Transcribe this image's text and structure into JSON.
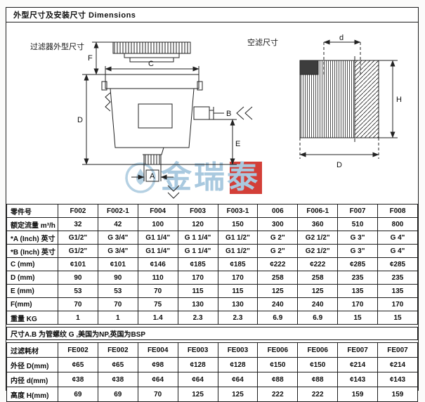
{
  "title": "外型尺寸及安装尺寸 Dimensions",
  "diagram": {
    "left_label": "过滤器外型尺寸",
    "right_label": "空滤尺寸",
    "watermark": "金瑞泰",
    "stamp_color": "#ce2a22",
    "watermark_color": "#a9c9df",
    "dims": {
      "A": "A",
      "B": "B",
      "C": "C",
      "D": "D",
      "E": "E",
      "F": "F",
      "d": "d",
      "H": "H",
      "D_elem": "D"
    }
  },
  "table": {
    "header": {
      "label": "零件号",
      "models": [
        "F002",
        "F002-1",
        "F004",
        "F003",
        "F003-1",
        "006",
        "F006-1",
        "F007",
        "F008"
      ]
    },
    "main_rows": [
      {
        "label": "额定流量 m³/h",
        "values": [
          "32",
          "42",
          "100",
          "120",
          "150",
          "300",
          "360",
          "510",
          "800"
        ]
      },
      {
        "label": "*A (Inch) 英寸",
        "values": [
          "G1/2\"",
          "G 3/4\"",
          "G1 1/4\"",
          "G 1 1/4\"",
          "G1 1/2\"",
          "G 2\"",
          "G2 1/2\"",
          "G 3\"",
          "G 4\""
        ]
      },
      {
        "label": "*B (Inch) 英寸",
        "values": [
          "G1/2\"",
          "G 3/4\"",
          "G1 1/4\"",
          "G 1 1/4\"",
          "G1 1/2\"",
          "G 2\"",
          "G2 1/2\"",
          "G 3\"",
          "G 4\""
        ]
      },
      {
        "label": "C (mm)",
        "values": [
          "¢101",
          "¢101",
          "¢146",
          "¢185",
          "¢185",
          "¢222",
          "¢222",
          "¢285",
          "¢285"
        ]
      },
      {
        "label": "D (mm)",
        "values": [
          "90",
          "90",
          "110",
          "170",
          "170",
          "258",
          "258",
          "235",
          "235"
        ]
      },
      {
        "label": "E (mm)",
        "values": [
          "53",
          "53",
          "70",
          "115",
          "115",
          "125",
          "125",
          "135",
          "135"
        ]
      },
      {
        "label": "F(mm)",
        "values": [
          "70",
          "70",
          "75",
          "130",
          "130",
          "240",
          "240",
          "170",
          "170"
        ]
      },
      {
        "label": "重量 KG",
        "values": [
          "1",
          "1",
          "1.4",
          "2.3",
          "2.3",
          "6.9",
          "6.9",
          "15",
          "15"
        ]
      }
    ],
    "note": "尺寸A.B 为管螺纹 G ,美国为NP,英国为BSP",
    "consumable_rows": [
      {
        "label": "过滤耗材",
        "values": [
          "FE002",
          "FE002",
          "FE004",
          "FE003",
          "FE003",
          "FE006",
          "FE006",
          "FE007",
          "FE007"
        ]
      },
      {
        "label": "外径 D(mm)",
        "values": [
          "¢65",
          "¢65",
          "¢98",
          "¢128",
          "¢128",
          "¢150",
          "¢150",
          "¢214",
          "¢214"
        ]
      },
      {
        "label": "内径 d(mm)",
        "values": [
          "¢38",
          "¢38",
          "¢64",
          "¢64",
          "¢64",
          "¢88",
          "¢88",
          "¢143",
          "¢143"
        ]
      },
      {
        "label": "高度 H(mm)",
        "values": [
          "69",
          "69",
          "70",
          "125",
          "125",
          "222",
          "222",
          "159",
          "159"
        ]
      }
    ]
  }
}
